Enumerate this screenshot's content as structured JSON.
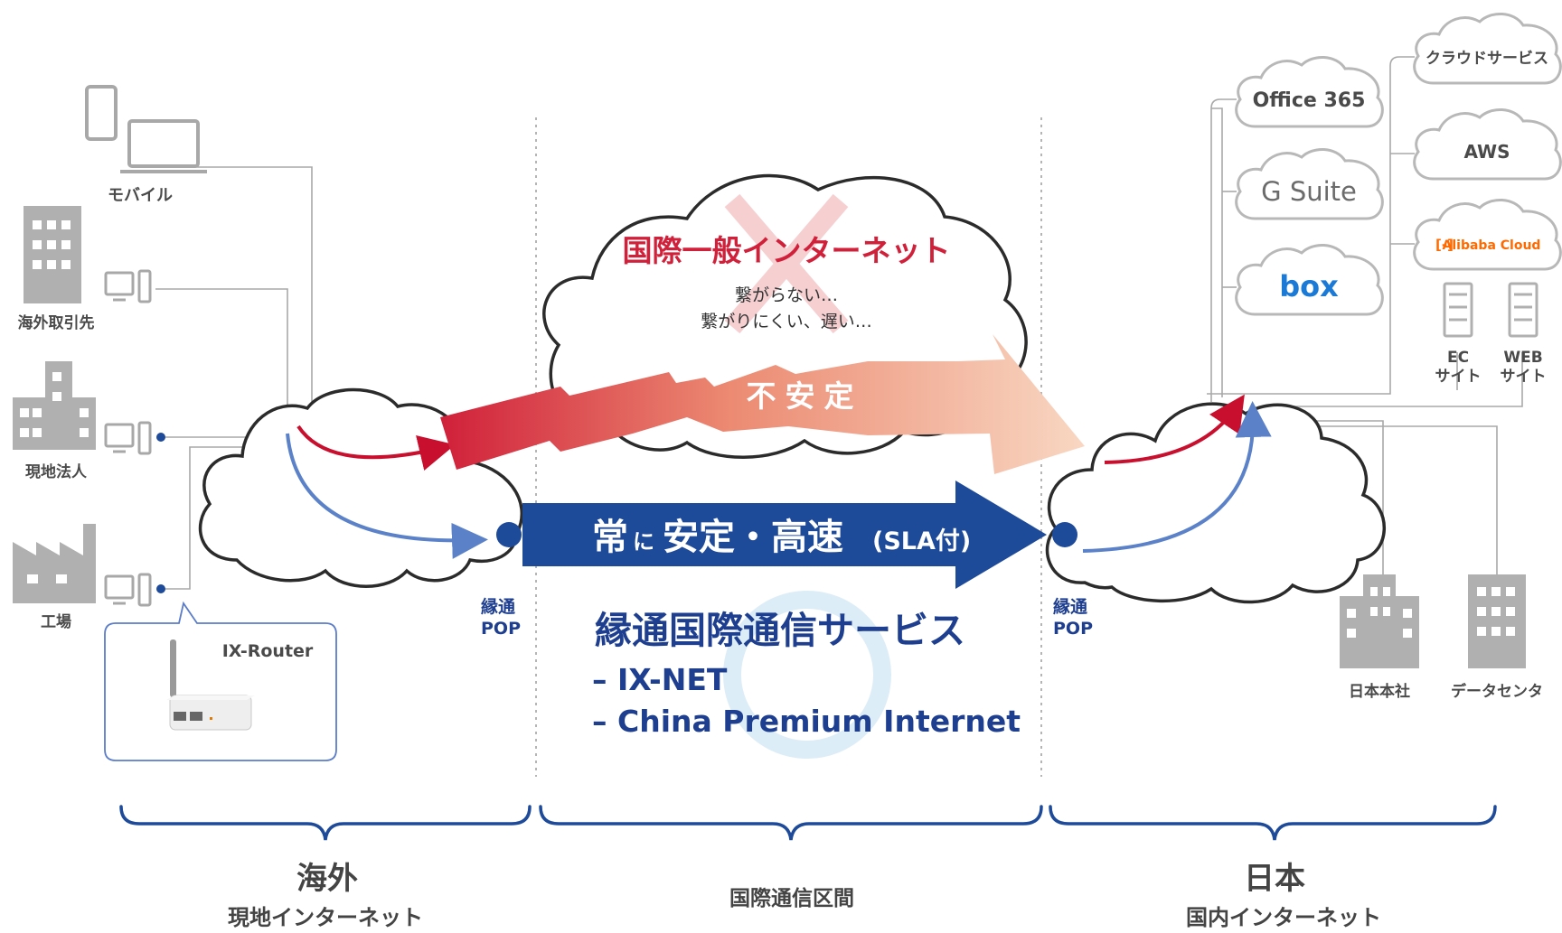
{
  "left": {
    "devices": {
      "mobile": "モバイル",
      "partner": "海外取引先",
      "local_corp": "現地法人",
      "factory": "工場"
    },
    "router": "IX-Router",
    "pop": [
      "縁通",
      "POP"
    ],
    "region": "海外",
    "region_sub": "現地インターネット"
  },
  "center": {
    "internet_title": "国際一般インターネット",
    "internet_line1": "繋がらない…",
    "internet_line2": "繋がりにくい、遅い…",
    "unstable": "不安定",
    "stable_a": "常",
    "stable_b": "に",
    "stable_c": "安定・高速",
    "stable_d": "(SLA付)",
    "service_name": "縁通国際通信サービス",
    "service_items": [
      "– IX-NET",
      "– China Premium Internet"
    ],
    "region": "国際通信区間"
  },
  "right": {
    "pop": [
      "縁通",
      "POP"
    ],
    "clouds": {
      "office365": "Office 365",
      "gsuite": "G Suite",
      "box": "box",
      "cloud_service": "クラウドサービス",
      "aws": "AWS",
      "alibaba": "Alibaba Cloud"
    },
    "ec_site": [
      "EC",
      "サイト"
    ],
    "web_site": [
      "WEB",
      "サイト"
    ],
    "hq": "日本本社",
    "datacenter": "データセンタ",
    "region": "日本",
    "region_sub": "国内インターネット"
  },
  "colors": {
    "navy": "#1e4a9a",
    "red": "#d0203a",
    "peach": "#f3c8ab",
    "gray": "#b8b8b8",
    "dark_gray": "#9a9a9a",
    "light_blue": "#7fb9e0"
  }
}
